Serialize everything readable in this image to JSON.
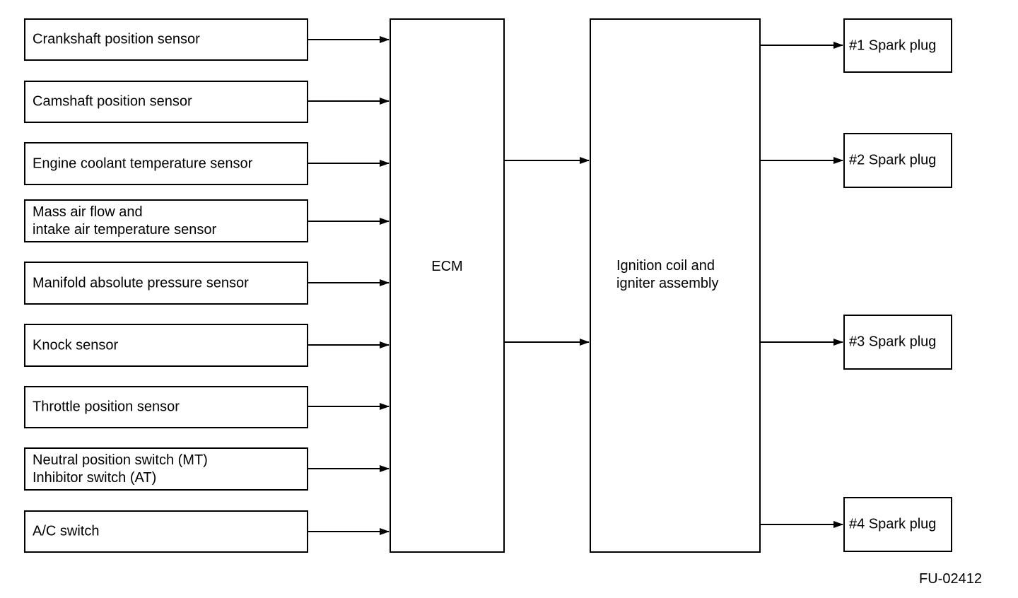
{
  "sensors": [
    {
      "label": "Crankshaft position sensor",
      "label2": ""
    },
    {
      "label": "Camshaft position sensor",
      "label2": ""
    },
    {
      "label": "Engine coolant temperature sensor",
      "label2": ""
    },
    {
      "label": "Mass air flow and",
      "label2": "intake air temperature sensor"
    },
    {
      "label": "Manifold absolute pressure sensor",
      "label2": ""
    },
    {
      "label": "Knock sensor",
      "label2": ""
    },
    {
      "label": "Throttle position sensor",
      "label2": ""
    },
    {
      "label": "Neutral position switch (MT)",
      "label2": "Inhibitor switch (AT)"
    },
    {
      "label": "A/C switch",
      "label2": ""
    }
  ],
  "ecm": {
    "label": "ECM"
  },
  "coil": {
    "label": "Ignition coil and",
    "label2": "igniter assembly"
  },
  "plugs": [
    {
      "label": "#1 Spark plug"
    },
    {
      "label": "#2 Spark plug"
    },
    {
      "label": "#3 Spark plug"
    },
    {
      "label": "#4 Spark plug"
    }
  ],
  "figure_id": "FU-02412",
  "colors": {
    "stroke": "#000000",
    "background": "#ffffff"
  }
}
